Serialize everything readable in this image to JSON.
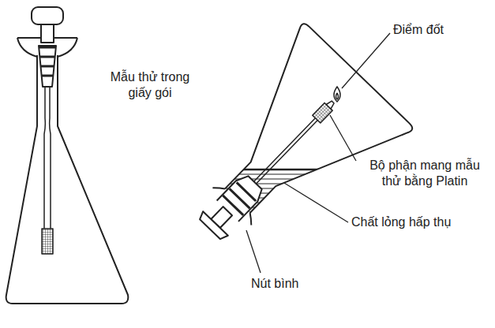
{
  "diagram": {
    "labels": [
      "Mẫu thử trong giấy gói",
      "Điểm đốt",
      "Bộ phận mang mẫu thử bằng Platin",
      "Chất lỏng hấp thụ",
      "Nút bình"
    ]
  }
}
